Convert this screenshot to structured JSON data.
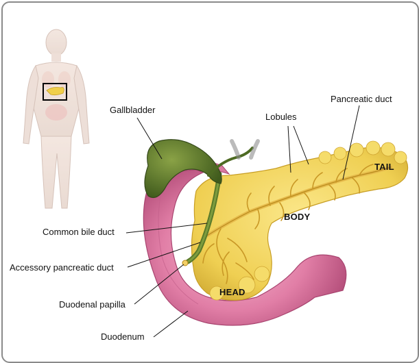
{
  "labels": {
    "gallbladder": "Gallbladder",
    "lobules": "Lobules",
    "pancreatic_duct": "Pancreatic duct",
    "common_bile_duct": "Common bile duct",
    "accessory_pancreatic_duct": "Accessory pancreatic duct",
    "duodenal_papilla": "Duodenal papilla",
    "duodenum": "Duodenum"
  },
  "regions": {
    "tail": "TAIL",
    "body": "BODY",
    "head": "HEAD"
  },
  "colors": {
    "pancreas": "#f1d45a",
    "pancreas_dark": "#d8b43a",
    "duodenum": "#e88bb0",
    "duodenum_dark": "#b8507a",
    "gallbladder": "#5f7a2c",
    "duct": "#e9c25a",
    "figure_skin": "#ecd9cf",
    "highlight_box": "#000000"
  }
}
